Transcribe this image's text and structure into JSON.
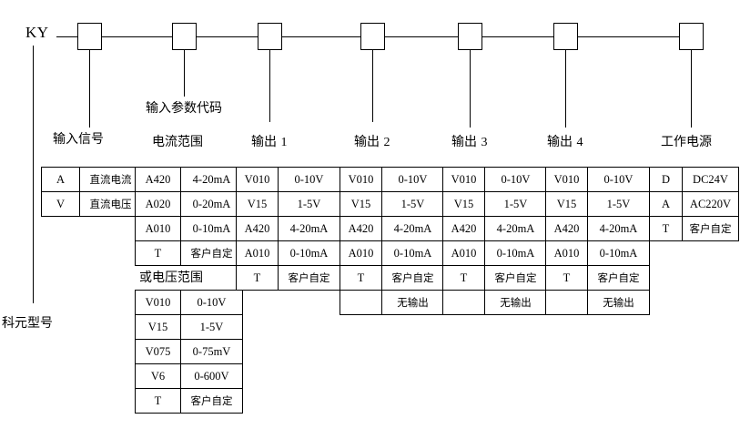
{
  "diagram": {
    "model_prefix": "KY",
    "bottom_left_label": "科元型号",
    "boxes": [
      {
        "name": "box-1",
        "value": ""
      },
      {
        "name": "box-2",
        "value": ""
      },
      {
        "name": "box-3",
        "value": ""
      },
      {
        "name": "box-4",
        "value": ""
      },
      {
        "name": "box-5",
        "value": ""
      },
      {
        "name": "box-6",
        "value": ""
      },
      {
        "name": "box-7",
        "value": ""
      }
    ],
    "labels": {
      "input_signal": "输入信号",
      "input_param_code": "输入参数代码",
      "current_range": "电流范围",
      "voltage_range": "或电压范围",
      "output1": "输出 1",
      "output2": "输出 2",
      "output3": "输出 3",
      "output4": "输出 4",
      "power_supply": "工作电源"
    },
    "tables": {
      "input_signal": {
        "rows": [
          {
            "code": "A",
            "desc": "直流电流"
          },
          {
            "code": "V",
            "desc": "直流电压"
          }
        ]
      },
      "current_range": {
        "rows": [
          {
            "code": "A420",
            "desc": "4-20mA"
          },
          {
            "code": "A020",
            "desc": "0-20mA"
          },
          {
            "code": "A010",
            "desc": "0-10mA"
          },
          {
            "code": "T",
            "desc": "客户自定"
          }
        ]
      },
      "voltage_range": {
        "rows": [
          {
            "code": "V010",
            "desc": "0-10V"
          },
          {
            "code": "V15",
            "desc": "1-5V"
          },
          {
            "code": "V075",
            "desc": "0-75mV"
          },
          {
            "code": "V6",
            "desc": "0-600V"
          },
          {
            "code": "T",
            "desc": "客户自定"
          }
        ]
      },
      "output1": {
        "rows": [
          {
            "code": "V010",
            "desc": "0-10V"
          },
          {
            "code": "V15",
            "desc": "1-5V"
          },
          {
            "code": "A420",
            "desc": "4-20mA"
          },
          {
            "code": "A010",
            "desc": "0-10mA"
          },
          {
            "code": "T",
            "desc": "客户自定"
          }
        ]
      },
      "output2": {
        "rows": [
          {
            "code": "V010",
            "desc": "0-10V"
          },
          {
            "code": "V15",
            "desc": "1-5V"
          },
          {
            "code": "A420",
            "desc": "4-20mA"
          },
          {
            "code": "A010",
            "desc": "0-10mA"
          },
          {
            "code": "T",
            "desc": "客户自定"
          },
          {
            "code": "",
            "desc": "无输出"
          }
        ]
      },
      "output3": {
        "rows": [
          {
            "code": "V010",
            "desc": "0-10V"
          },
          {
            "code": "V15",
            "desc": "1-5V"
          },
          {
            "code": "A420",
            "desc": "4-20mA"
          },
          {
            "code": "A010",
            "desc": "0-10mA"
          },
          {
            "code": "T",
            "desc": "客户自定"
          },
          {
            "code": "",
            "desc": "无输出"
          }
        ]
      },
      "output4": {
        "rows": [
          {
            "code": "V010",
            "desc": "0-10V"
          },
          {
            "code": "V15",
            "desc": "1-5V"
          },
          {
            "code": "A420",
            "desc": "4-20mA"
          },
          {
            "code": "A010",
            "desc": "0-10mA"
          },
          {
            "code": "T",
            "desc": "客户自定"
          },
          {
            "code": "",
            "desc": "无输出"
          }
        ]
      },
      "power_supply": {
        "rows": [
          {
            "code": "D",
            "desc": "DC24V"
          },
          {
            "code": "A",
            "desc": "AC220V"
          },
          {
            "code": "T",
            "desc": "客户自定"
          }
        ]
      }
    }
  },
  "colors": {
    "line": "#000000",
    "background": "#ffffff"
  }
}
